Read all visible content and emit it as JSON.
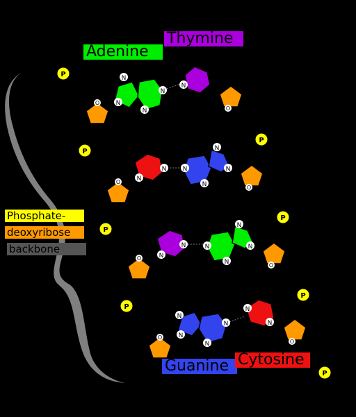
{
  "labels": {
    "adenine": "Adenine",
    "thymine": "Thymine",
    "guanine": "Guanine",
    "cytosine": "Cytosine",
    "backbone_line1": "Phosphate-",
    "backbone_line2": "deoxyribose",
    "backbone_line3": "backbone"
  },
  "atom_symbols": {
    "nitrogen": "N",
    "oxygen": "O",
    "phosphate": "P"
  },
  "colors": {
    "background": "#000000",
    "adenine": "#00ee00",
    "thymine": "#aa00dd",
    "guanine": "#3344ee",
    "cytosine": "#ee1111",
    "sugar": "#ff9900",
    "phosphate": "#ffff00",
    "backbone": "#808080",
    "backbone_label": "#555555"
  }
}
